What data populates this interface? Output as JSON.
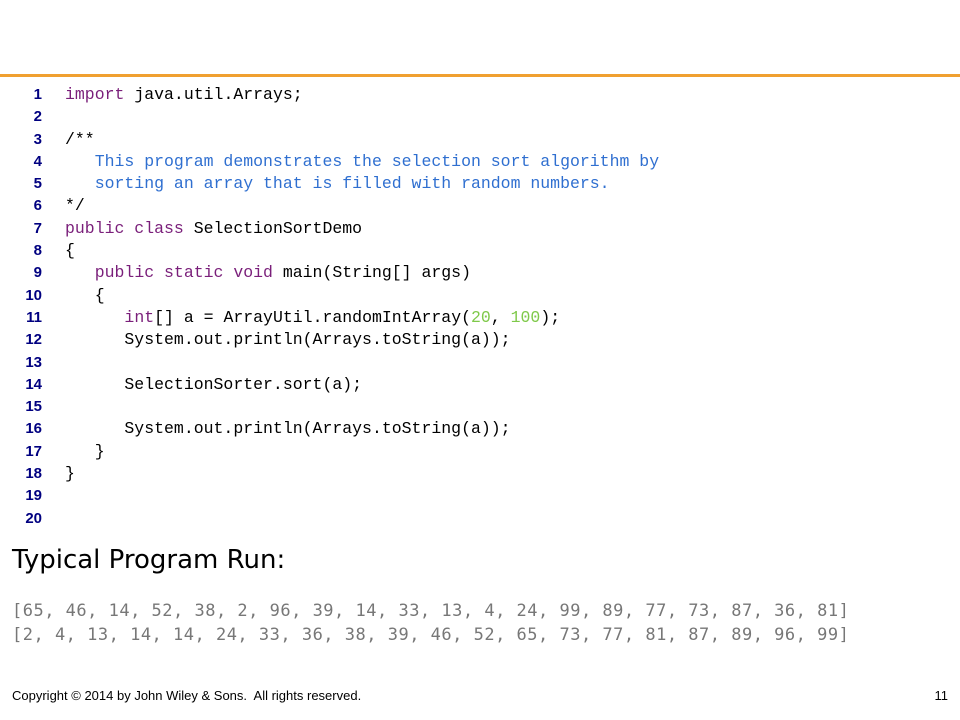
{
  "code": {
    "lines": [
      {
        "n": "1",
        "tokens": [
          {
            "t": "import",
            "k": "kw"
          },
          {
            "t": " java.util.Arrays;",
            "k": "plain"
          }
        ]
      },
      {
        "n": "2",
        "tokens": []
      },
      {
        "n": "3",
        "tokens": [
          {
            "t": "/**",
            "k": "plain"
          }
        ]
      },
      {
        "n": "4",
        "tokens": [
          {
            "t": "   This program demonstrates the selection sort algorithm by",
            "k": "cm"
          }
        ]
      },
      {
        "n": "5",
        "tokens": [
          {
            "t": "   sorting an array that is filled with random numbers.",
            "k": "cm"
          }
        ]
      },
      {
        "n": "6",
        "tokens": [
          {
            "t": "*/",
            "k": "plain"
          }
        ]
      },
      {
        "n": "7",
        "tokens": [
          {
            "t": "public class",
            "k": "kw"
          },
          {
            "t": " SelectionSortDemo",
            "k": "plain"
          }
        ]
      },
      {
        "n": "8",
        "tokens": [
          {
            "t": "{",
            "k": "plain"
          }
        ]
      },
      {
        "n": "9",
        "tokens": [
          {
            "t": "   ",
            "k": "plain"
          },
          {
            "t": "public static void",
            "k": "kw"
          },
          {
            "t": " main(String[] args)",
            "k": "plain"
          }
        ]
      },
      {
        "n": "10",
        "tokens": [
          {
            "t": "   {",
            "k": "plain"
          }
        ]
      },
      {
        "n": "11",
        "tokens": [
          {
            "t": "      ",
            "k": "plain"
          },
          {
            "t": "int",
            "k": "kw"
          },
          {
            "t": "[] a = ArrayUtil.randomIntArray(",
            "k": "plain"
          },
          {
            "t": "20",
            "k": "num"
          },
          {
            "t": ", ",
            "k": "plain"
          },
          {
            "t": "100",
            "k": "num"
          },
          {
            "t": ");",
            "k": "plain"
          }
        ]
      },
      {
        "n": "12",
        "tokens": [
          {
            "t": "      System.out.println(Arrays.toString(a));",
            "k": "plain"
          }
        ]
      },
      {
        "n": "13",
        "tokens": []
      },
      {
        "n": "14",
        "tokens": [
          {
            "t": "      SelectionSorter.sort(a);",
            "k": "plain"
          }
        ]
      },
      {
        "n": "15",
        "tokens": []
      },
      {
        "n": "16",
        "tokens": [
          {
            "t": "      System.out.println(Arrays.toString(a));",
            "k": "plain"
          }
        ]
      },
      {
        "n": "17",
        "tokens": [
          {
            "t": "   }",
            "k": "plain"
          }
        ]
      },
      {
        "n": "18",
        "tokens": [
          {
            "t": "}",
            "k": "plain"
          }
        ]
      },
      {
        "n": "19",
        "tokens": []
      },
      {
        "n": "20",
        "tokens": []
      }
    ]
  },
  "run": {
    "heading": "Typical Program Run:",
    "output_lines": [
      "[65, 46, 14, 52, 38, 2, 96, 39, 14, 33, 13, 4, 24, 99, 89, 77, 73, 87, 36, 81]",
      "[2, 4, 13, 14, 14, 24, 33, 36, 38, 39, 46, 52, 65, 73, 77, 81, 87, 89, 96, 99]"
    ]
  },
  "footer": {
    "copyright": "Copyright © 2014 by John Wiley & Sons.  All rights reserved.",
    "page_number": "11"
  },
  "colors": {
    "accent_rule": "#f0a030",
    "line_number": "#000080",
    "keyword": "#7a1f7a",
    "comment": "#2f6fd0",
    "number_literal": "#7fc94a",
    "output_text": "#777777"
  }
}
